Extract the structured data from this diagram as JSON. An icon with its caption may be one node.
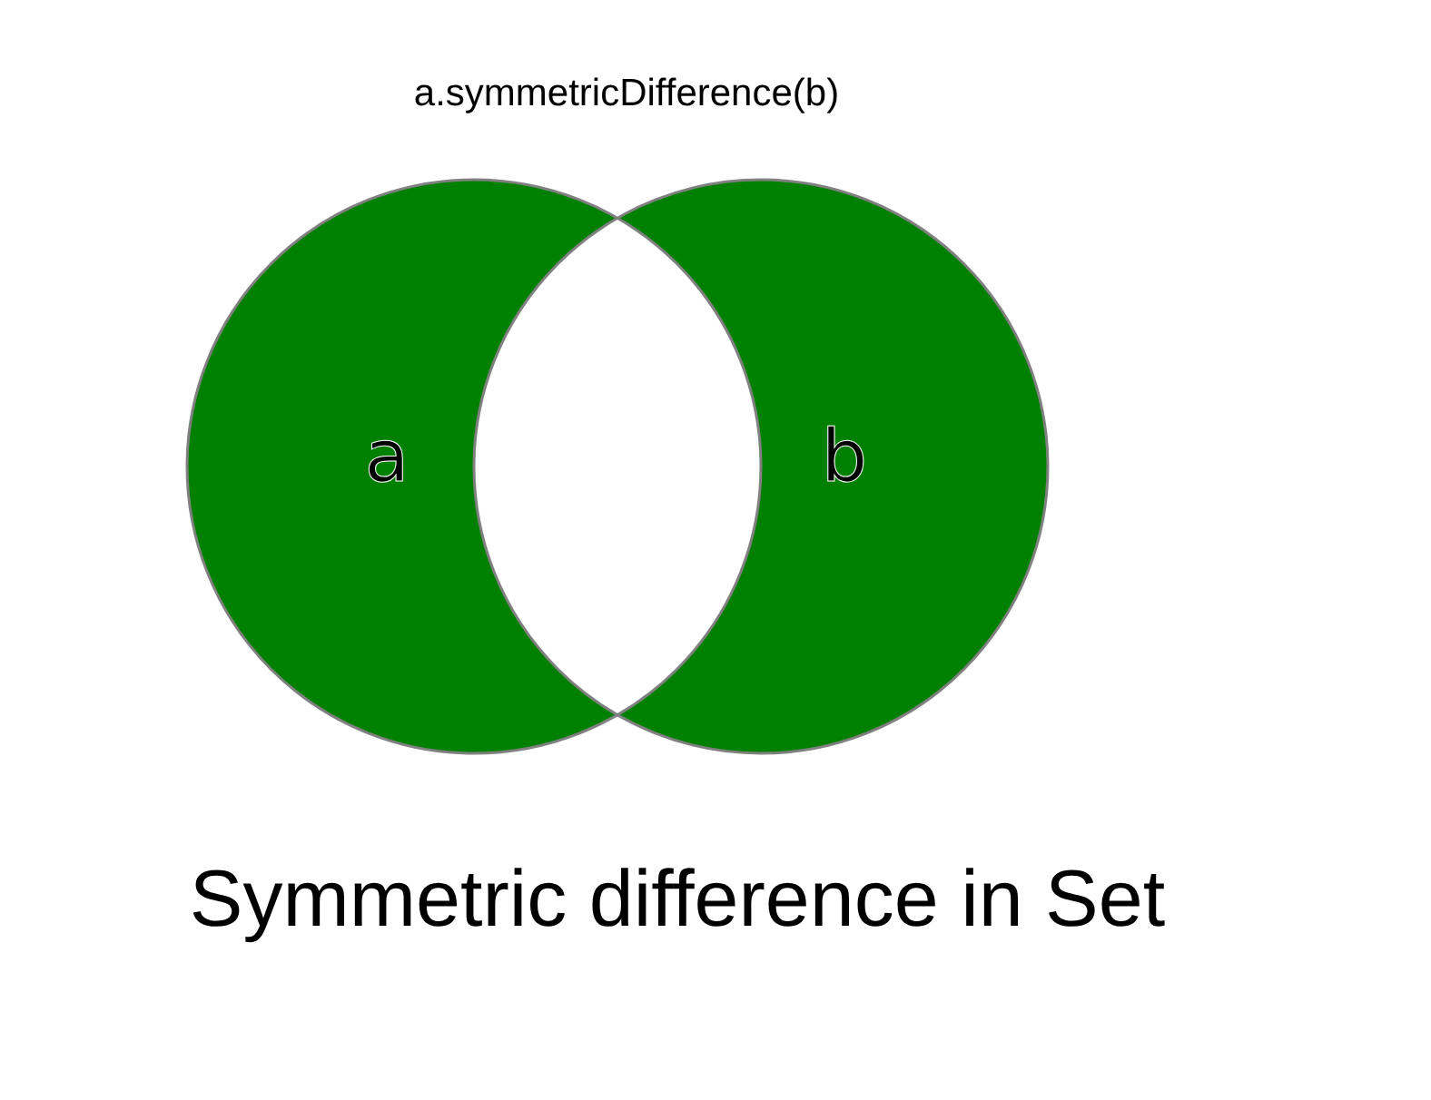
{
  "diagram": {
    "title": "a.symmetricDifference(b)",
    "caption": "Symmetric difference in Set",
    "nodes": [
      {
        "text": [
          "a"
        ]
      },
      {
        "text": [
          "b"
        ]
      }
    ]
  }
}
